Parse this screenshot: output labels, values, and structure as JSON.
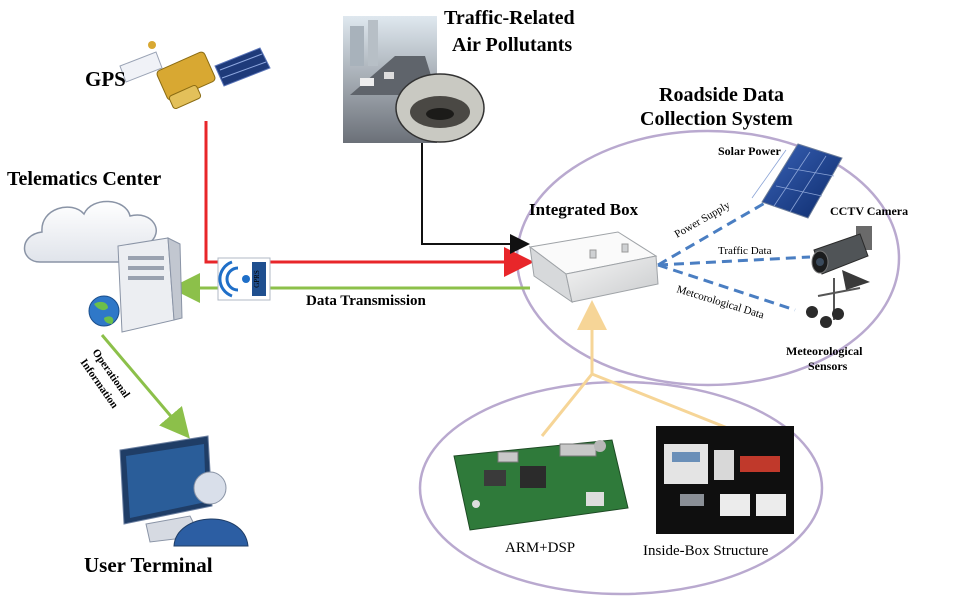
{
  "labels": {
    "gps": "GPS",
    "pollutants_line1": "Traffic-Related",
    "pollutants_line2": "Air Pollutants",
    "roadside_line1": "Roadside Data",
    "roadside_line2": "Collection System",
    "telematics": "Telematics Center",
    "integrated_box": "Integrated Box",
    "solar_power": "Solar Power",
    "cctv_camera": "CCTV Camera",
    "power_supply": "Power Supply",
    "traffic_data": "Traffic  Data",
    "meteorological_data": "Metcorological Data",
    "meteorological_sensors_line1": "Meteorological",
    "meteorological_sensors_line2": "Sensors",
    "data_transmission": "Data Transmission",
    "operational_line1": "Operational",
    "operational_line2": "Information",
    "gprs": "GPRS",
    "user_terminal": "User Terminal",
    "arm_dsp": "ARM+DSP",
    "inside_box": "Inside-Box Structure"
  },
  "colors": {
    "red_link": "#e8262a",
    "green_link": "#8cc04a",
    "black_link": "#111111",
    "yellow_link": "#f6d597",
    "dashed_link": "#4a7ec2",
    "ellipse_stroke": "#b9a9cf"
  }
}
